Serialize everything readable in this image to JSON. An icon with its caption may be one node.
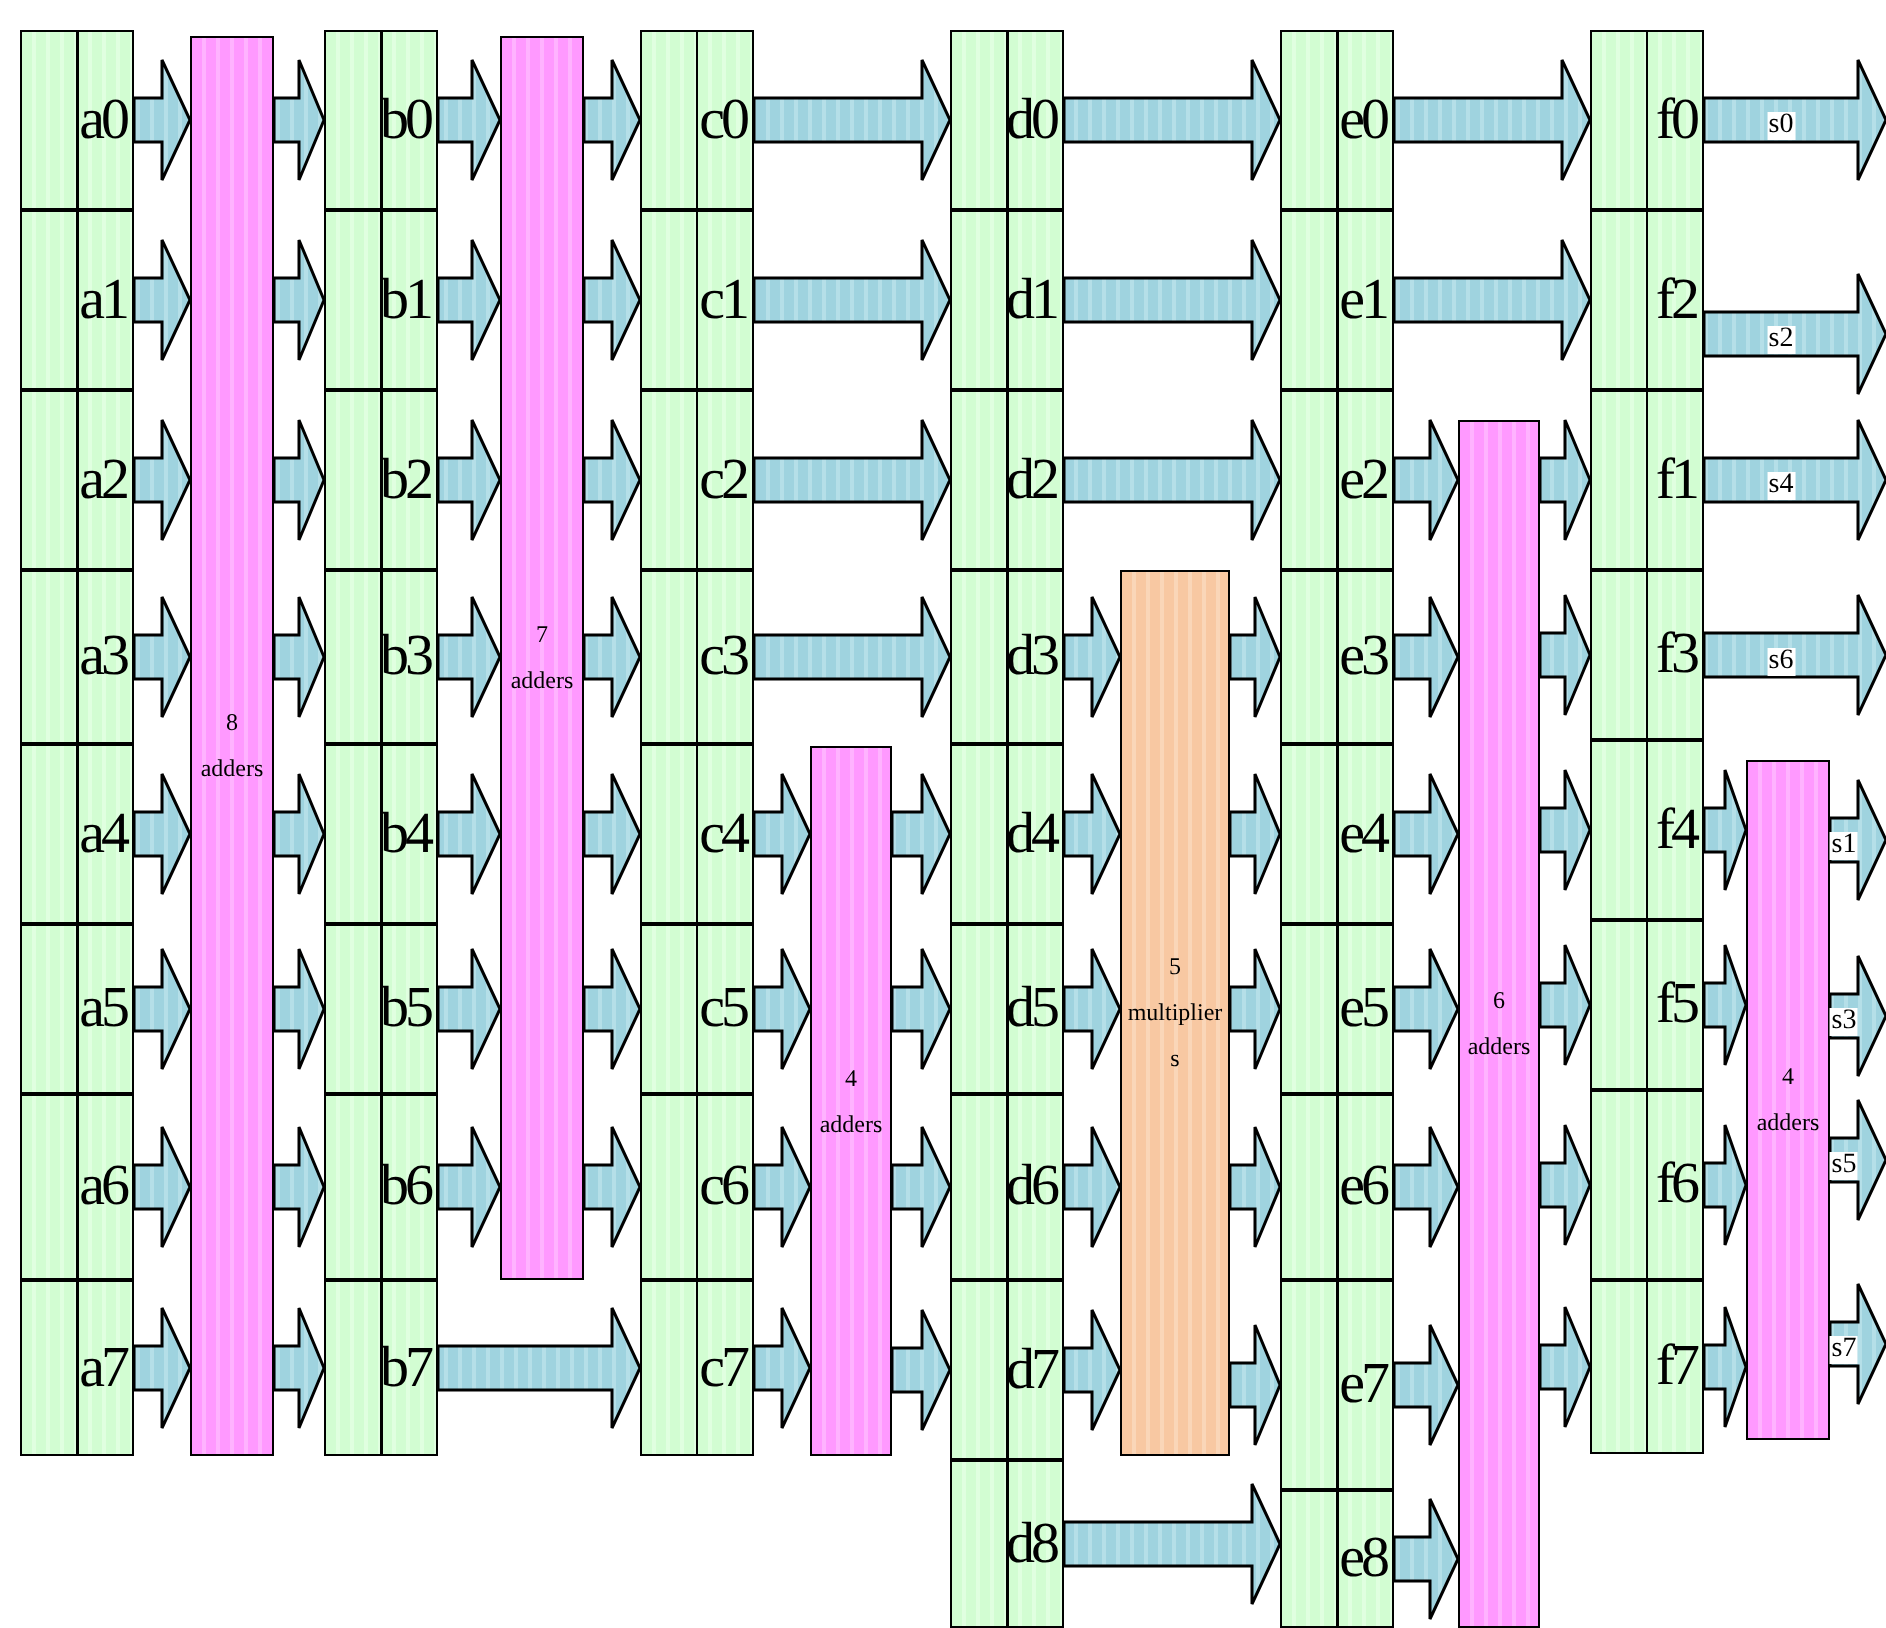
{
  "diagram": {
    "nodes": [
      {
        "text": [
          "a0"
        ]
      },
      {
        "text": [
          "a1"
        ]
      },
      {
        "text": [
          "a2"
        ]
      },
      {
        "text": [
          "a3"
        ]
      },
      {
        "text": [
          "a4"
        ]
      },
      {
        "text": [
          "a5"
        ]
      },
      {
        "text": [
          "a6"
        ]
      },
      {
        "text": [
          "a7"
        ]
      },
      {
        "text": [
          "8 adders"
        ]
      },
      {
        "text": [
          "b0"
        ]
      },
      {
        "text": [
          "b1"
        ]
      },
      {
        "text": [
          "b2"
        ]
      },
      {
        "text": [
          "b3"
        ]
      },
      {
        "text": [
          "b4"
        ]
      },
      {
        "text": [
          "b5"
        ]
      },
      {
        "text": [
          "b6"
        ]
      },
      {
        "text": [
          "b7"
        ]
      },
      {
        "text": [
          "7 adders"
        ]
      },
      {
        "text": [
          "c0"
        ]
      },
      {
        "text": [
          "c1"
        ]
      },
      {
        "text": [
          "c2"
        ]
      },
      {
        "text": [
          "c3"
        ]
      },
      {
        "text": [
          "c4"
        ]
      },
      {
        "text": [
          "c5"
        ]
      },
      {
        "text": [
          "c6"
        ]
      },
      {
        "text": [
          "c7"
        ]
      },
      {
        "text": [
          "4 adders"
        ]
      },
      {
        "text": [
          "d0"
        ]
      },
      {
        "text": [
          "d1"
        ]
      },
      {
        "text": [
          "d2"
        ]
      },
      {
        "text": [
          "d3"
        ]
      },
      {
        "text": [
          "d4"
        ]
      },
      {
        "text": [
          "d5"
        ]
      },
      {
        "text": [
          "d6"
        ]
      },
      {
        "text": [
          "d7"
        ]
      },
      {
        "text": [
          "d8"
        ]
      },
      {
        "text": [
          "5 multiplier s"
        ]
      },
      {
        "text": [
          "e0"
        ]
      },
      {
        "text": [
          "e1"
        ]
      },
      {
        "text": [
          "e2"
        ]
      },
      {
        "text": [
          "e3"
        ]
      },
      {
        "text": [
          "e4"
        ]
      },
      {
        "text": [
          "e5"
        ]
      },
      {
        "text": [
          "e6"
        ]
      },
      {
        "text": [
          "e7"
        ]
      },
      {
        "text": [
          "e8"
        ]
      },
      {
        "text": [
          "6 adders"
        ]
      },
      {
        "text": [
          "f0"
        ]
      },
      {
        "text": [
          "f2"
        ]
      },
      {
        "text": [
          "f1"
        ]
      },
      {
        "text": [
          "f3"
        ]
      },
      {
        "text": [
          "f4"
        ]
      },
      {
        "text": [
          "f5"
        ]
      },
      {
        "text": [
          "f6"
        ]
      },
      {
        "text": [
          "f7"
        ]
      },
      {
        "text": [
          "4 adders"
        ]
      }
    ],
    "edges": [
      {
        "from": 0,
        "to": 8,
        "arrow": "to"
      },
      {
        "from": 1,
        "to": 8,
        "arrow": "to"
      },
      {
        "from": 2,
        "to": 8,
        "arrow": "to"
      },
      {
        "from": 3,
        "to": 8,
        "arrow": "to"
      },
      {
        "from": 4,
        "to": 8,
        "arrow": "to"
      },
      {
        "from": 5,
        "to": 8,
        "arrow": "to"
      },
      {
        "from": 6,
        "to": 8,
        "arrow": "to"
      },
      {
        "from": 7,
        "to": 8,
        "arrow": "to"
      },
      {
        "from": 8,
        "to": 9,
        "arrow": "to"
      },
      {
        "from": 8,
        "to": 10,
        "arrow": "to"
      },
      {
        "from": 8,
        "to": 11,
        "arrow": "to"
      },
      {
        "from": 8,
        "to": 12,
        "arrow": "to"
      },
      {
        "from": 8,
        "to": 13,
        "arrow": "to"
      },
      {
        "from": 8,
        "to": 14,
        "arrow": "to"
      },
      {
        "from": 8,
        "to": 15,
        "arrow": "to"
      },
      {
        "from": 8,
        "to": 16,
        "arrow": "to"
      },
      {
        "from": 9,
        "to": 17,
        "arrow": "to"
      },
      {
        "from": 10,
        "to": 17,
        "arrow": "to"
      },
      {
        "from": 11,
        "to": 17,
        "arrow": "to"
      },
      {
        "from": 12,
        "to": 17,
        "arrow": "to"
      },
      {
        "from": 13,
        "to": 17,
        "arrow": "to"
      },
      {
        "from": 14,
        "to": 17,
        "arrow": "to"
      },
      {
        "from": 15,
        "to": 17,
        "arrow": "to"
      },
      {
        "from": 17,
        "to": 18,
        "arrow": "to"
      },
      {
        "from": 17,
        "to": 19,
        "arrow": "to"
      },
      {
        "from": 17,
        "to": 20,
        "arrow": "to"
      },
      {
        "from": 17,
        "to": 21,
        "arrow": "to"
      },
      {
        "from": 17,
        "to": 22,
        "arrow": "to"
      },
      {
        "from": 17,
        "to": 23,
        "arrow": "to"
      },
      {
        "from": 17,
        "to": 24,
        "arrow": "to"
      },
      {
        "from": 16,
        "to": 25,
        "arrow": "to"
      },
      {
        "from": 18,
        "to": 27,
        "arrow": "to"
      },
      {
        "from": 19,
        "to": 28,
        "arrow": "to"
      },
      {
        "from": 20,
        "to": 29,
        "arrow": "to"
      },
      {
        "from": 21,
        "to": 30,
        "arrow": "to"
      },
      {
        "from": 22,
        "to": 26,
        "arrow": "to"
      },
      {
        "from": 23,
        "to": 26,
        "arrow": "to"
      },
      {
        "from": 24,
        "to": 26,
        "arrow": "to"
      },
      {
        "from": 25,
        "to": 26,
        "arrow": "to"
      },
      {
        "from": 26,
        "to": 31,
        "arrow": "to"
      },
      {
        "from": 26,
        "to": 32,
        "arrow": "to"
      },
      {
        "from": 26,
        "to": 33,
        "arrow": "to"
      },
      {
        "from": 26,
        "to": 34,
        "arrow": "to"
      },
      {
        "from": 27,
        "to": 37,
        "arrow": "to"
      },
      {
        "from": 28,
        "to": 38,
        "arrow": "to"
      },
      {
        "from": 29,
        "to": 39,
        "arrow": "to"
      },
      {
        "from": 30,
        "to": 36,
        "arrow": "to"
      },
      {
        "from": 31,
        "to": 36,
        "arrow": "to"
      },
      {
        "from": 32,
        "to": 36,
        "arrow": "to"
      },
      {
        "from": 33,
        "to": 36,
        "arrow": "to"
      },
      {
        "from": 34,
        "to": 36,
        "arrow": "to"
      },
      {
        "from": 36,
        "to": 40,
        "arrow": "to"
      },
      {
        "from": 36,
        "to": 41,
        "arrow": "to"
      },
      {
        "from": 36,
        "to": 42,
        "arrow": "to"
      },
      {
        "from": 36,
        "to": 43,
        "arrow": "to"
      },
      {
        "from": 36,
        "to": 44,
        "arrow": "to"
      },
      {
        "from": 35,
        "to": 45,
        "arrow": "to"
      },
      {
        "from": 37,
        "to": 47,
        "arrow": "to"
      },
      {
        "from": 38,
        "to": 48,
        "arrow": "to"
      },
      {
        "from": 39,
        "to": 46,
        "arrow": "to"
      },
      {
        "from": 40,
        "to": 46,
        "arrow": "to"
      },
      {
        "from": 41,
        "to": 46,
        "arrow": "to"
      },
      {
        "from": 42,
        "to": 46,
        "arrow": "to"
      },
      {
        "from": 43,
        "to": 46,
        "arrow": "to"
      },
      {
        "from": 44,
        "to": 46,
        "arrow": "to"
      },
      {
        "from": 45,
        "to": 46,
        "arrow": "to"
      },
      {
        "from": 46,
        "to": 49,
        "arrow": "to"
      },
      {
        "from": 46,
        "to": 50,
        "arrow": "to"
      },
      {
        "from": 46,
        "to": 51,
        "arrow": "to"
      },
      {
        "from": 46,
        "to": 52,
        "arrow": "to"
      },
      {
        "from": 46,
        "to": 53,
        "arrow": "to"
      },
      {
        "from": 46,
        "to": 54,
        "arrow": "to"
      },
      {
        "from": 47,
        "to": null,
        "arrow": "to",
        "label": "s0"
      },
      {
        "from": 48,
        "to": null,
        "arrow": "to",
        "label": "s2"
      },
      {
        "from": 49,
        "to": null,
        "arrow": "to",
        "label": "s4"
      },
      {
        "from": 50,
        "to": null,
        "arrow": "to",
        "label": "s6"
      },
      {
        "from": 51,
        "to": 55,
        "arrow": "to"
      },
      {
        "from": 52,
        "to": 55,
        "arrow": "to"
      },
      {
        "from": 53,
        "to": 55,
        "arrow": "to"
      },
      {
        "from": 54,
        "to": 55,
        "arrow": "to"
      },
      {
        "from": 55,
        "to": null,
        "arrow": "to",
        "label": "s1"
      },
      {
        "from": 55,
        "to": null,
        "arrow": "to",
        "label": "s3"
      },
      {
        "from": 55,
        "to": null,
        "arrow": "to",
        "label": "s5"
      },
      {
        "from": 55,
        "to": null,
        "arrow": "to",
        "label": "s7"
      }
    ]
  }
}
